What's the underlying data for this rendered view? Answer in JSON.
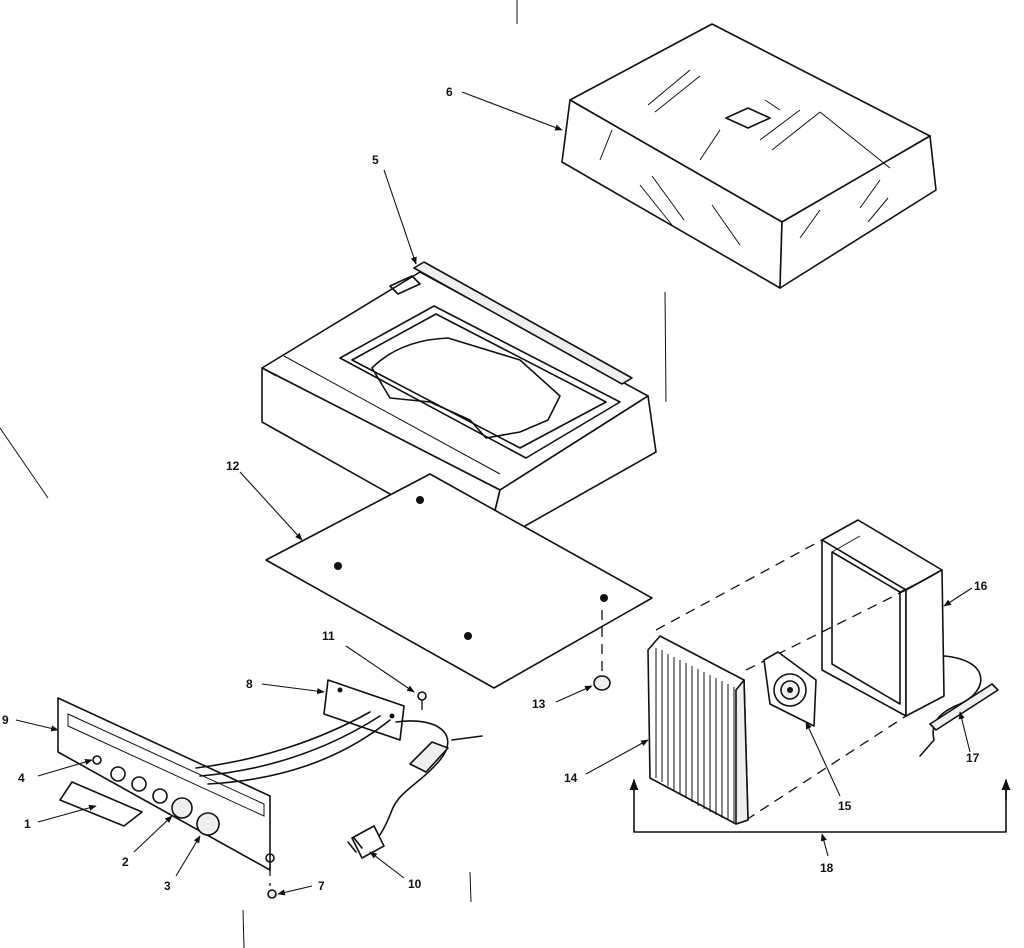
{
  "diagram": {
    "callouts": {
      "c1": "1",
      "c2": "2",
      "c3": "3",
      "c4": "4",
      "c5": "5",
      "c6": "6",
      "c7": "7",
      "c8": "8",
      "c9": "9",
      "c10": "10",
      "c11": "11",
      "c12": "12",
      "c13": "13",
      "c14": "14",
      "c15": "15",
      "c16": "16",
      "c17": "17",
      "c18": "18"
    }
  },
  "icons": {
    "dust-cover": "dust-cover-icon",
    "turntable-base": "turntable-base-icon",
    "bottom-plate": "bottom-plate-icon",
    "control-panel": "control-panel-icon",
    "speaker-grille": "speaker-grille-icon",
    "speaker-driver": "speaker-driver-icon",
    "speaker-cabinet": "speaker-cabinet-icon",
    "power-plug": "power-plug-icon"
  }
}
